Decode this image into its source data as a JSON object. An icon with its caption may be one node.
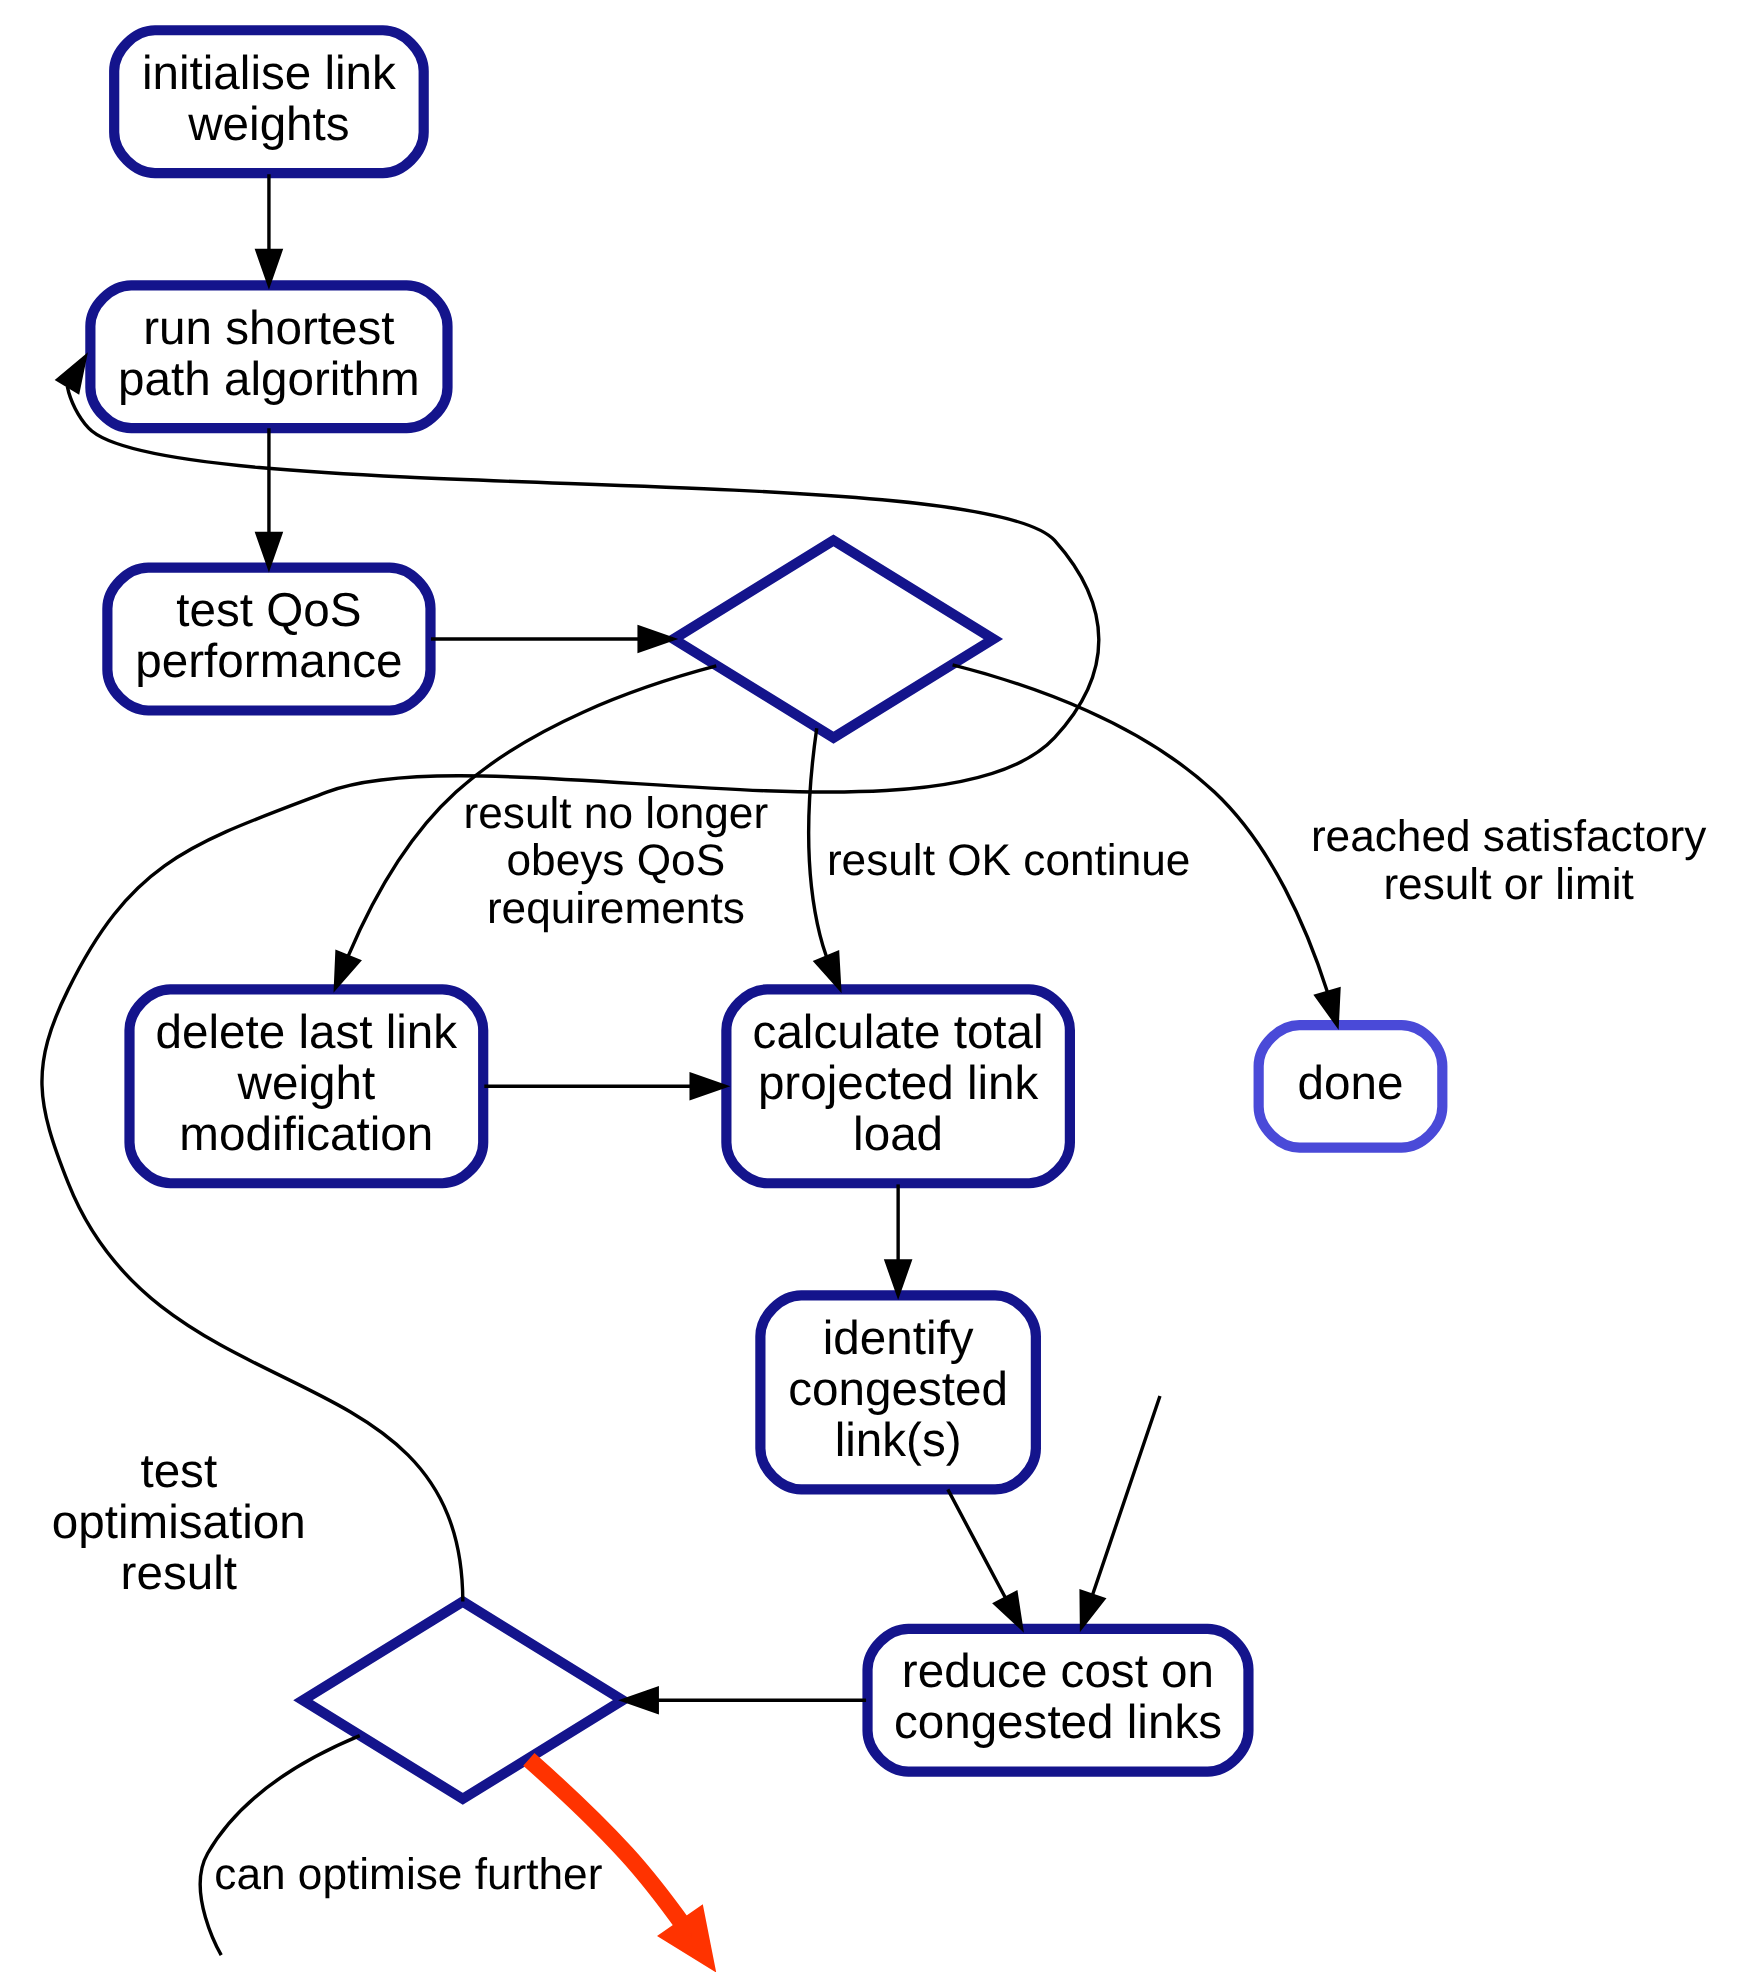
{
  "diagram": {
    "nodes": [
      {
        "text": [
          "initialise link weights"
        ]
      },
      {
        "text": [
          "run shortest path algorithm"
        ]
      },
      {
        "text": [
          "done"
        ]
      },
      {
        "text": [
          "test QoS performance"
        ]
      },
      {
        "text": [],
        "shape": "diamond"
      },
      {
        "text": [
          "calculate total projected link load"
        ]
      },
      {
        "text": [
          "delete last link weight modification"
        ]
      },
      {
        "text": [
          "identify congested link(s)"
        ]
      },
      {
        "text": [
          "reduce cost on congested links"
        ]
      },
      {
        "text": [],
        "shape": "diamond",
        "beside": [
          "test optimisation result"
        ]
      }
    ],
    "edges": [
      {
        "from": 0,
        "to": 1,
        "arrow": "to"
      },
      {
        "from": 1,
        "to": 3,
        "arrow": "to"
      },
      {
        "from": 3,
        "to": 4,
        "arrow": "to"
      },
      {
        "from": 4,
        "to": 2,
        "arrow": "to",
        "label": "reached satisfactory result or limit"
      },
      {
        "from": 4,
        "to": 5,
        "arrow": "to",
        "label": "result OK continue"
      },
      {
        "from": 4,
        "to": 6,
        "arrow": "to",
        "label": "result no longer obeys QoS requirements"
      },
      {
        "from": 6,
        "to": 5,
        "arrow": "to"
      },
      {
        "from": 5,
        "to": 7,
        "arrow": "to"
      },
      {
        "from": 7,
        "to": 8,
        "arrow": "to"
      },
      {
        "from": 8,
        "to": 9,
        "arrow": "to"
      },
      {
        "from": 9,
        "to": 1,
        "arrow": "to"
      },
      {
        "from": 9,
        "to": null,
        "arrow": "none",
        "label": "can optimise further"
      },
      {
        "from": null,
        "to": 8,
        "arrow": "to"
      },
      {
        "from": 9,
        "to": null,
        "arrow": "to",
        "style": "thick",
        "color": "#ff3300"
      }
    ]
  }
}
